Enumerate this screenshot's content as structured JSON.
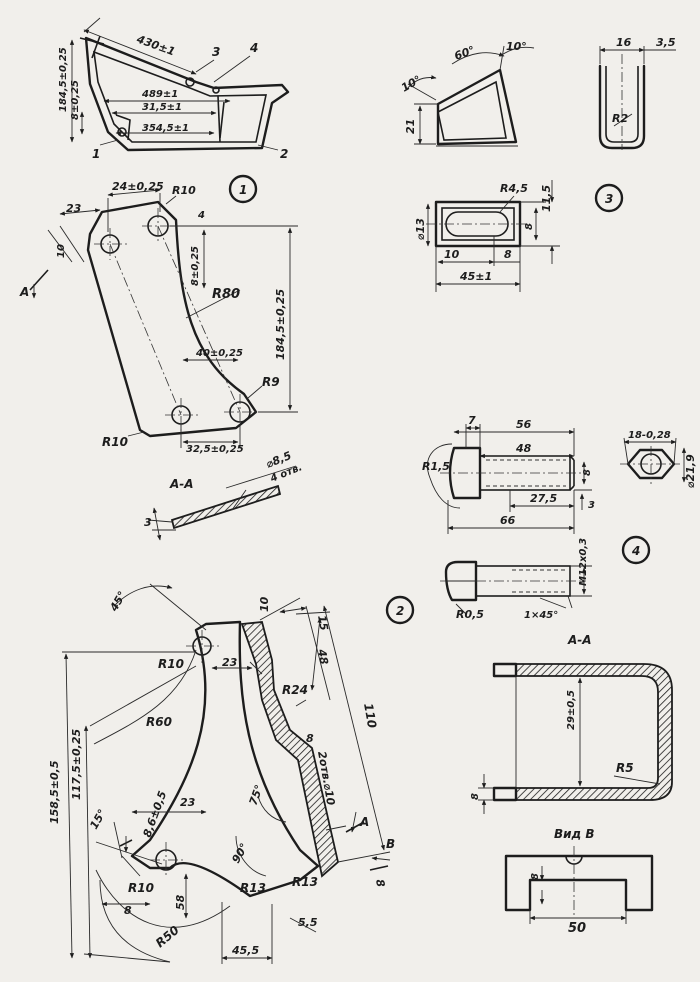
{
  "view1_labels": {
    "length_430": "430±1",
    "height_184": "184,5±0,25",
    "offset_8": "8±0,25",
    "width_489": "489±1",
    "width_31": "31,5±1",
    "width_354": "354,5±1",
    "part_1": "1",
    "part_2": "2",
    "part_3": "3",
    "part_4": "4"
  },
  "part1": {
    "number": "1",
    "dim_24": "24±0,25",
    "r10_top": "R10",
    "dim_23": "23",
    "dim_10": "10",
    "dim_4": "4",
    "dim_8": "8±0,25",
    "r80": "R80",
    "height_184": "184,5±0,25",
    "dim_40": "40±0,25",
    "r9": "R9",
    "r10_bottom": "R10",
    "dim_32": "32,5±0,25",
    "section_mark": "A",
    "section_title": "А-А",
    "dim_3": "3",
    "hole_dia": "⌀8,5",
    "hole_count": "4 отв."
  },
  "part2": {
    "number": "2",
    "angle_45": "45°",
    "dim_10": "10",
    "dim_15": "15",
    "r10_top": "R10",
    "dim_23_top": "23",
    "dim_48": "48",
    "r24": "R24",
    "r60": "R60",
    "dim_110": "110",
    "dim_8": "8",
    "holes": "2отв.⌀10",
    "height_158": "158,5±0,5",
    "height_117": "117,5±0,25",
    "dim_8_6": "8,6±0,5",
    "dim_23_mid": "23",
    "angle_15": "15°",
    "angle_75": "75°",
    "angle_90": "90°",
    "mark_a": "A",
    "mark_b": "B",
    "r10_bottom": "R10",
    "r13_left": "R13",
    "r13_right": "R13",
    "dim_8_bottom": "8",
    "dim_58": "58",
    "r50": "R50",
    "dim_45_5": "45,5",
    "dim_5_5": "5,5",
    "dim_8_right": "8"
  },
  "part3": {
    "number": "3",
    "angle_10": "10°",
    "angle_60": "60°",
    "angle_10_top": "10°",
    "dim_21": "21",
    "dim_16": "16",
    "dim_3_5": "3,5",
    "r2": "R2",
    "r4_5": "R4,5",
    "dim_11_5": "11,5",
    "dia_13": "⌀13",
    "dim_8": "8",
    "dim_10": "10",
    "dim_8_b": "8",
    "dim_45": "45±1"
  },
  "part4": {
    "number": "4",
    "dim_7": "7",
    "dim_56": "56",
    "dim_48": "48",
    "r1_5": "R1,5",
    "dim_8": "8",
    "dim_27_5": "27,5",
    "dim_3": "3",
    "dim_66": "66",
    "thread": "M12x0,3",
    "hex_across": "18-0,28",
    "hex_dia": "⌀21,9",
    "r0_5": "R0,5",
    "chamfer": "1×45°",
    "section_title": "А-А",
    "dim_29": "29±0,5",
    "r5": "R5",
    "dim_8_sec": "8",
    "view_b_title": "Вид В",
    "dim_8_view": "8",
    "dim_50": "50"
  }
}
